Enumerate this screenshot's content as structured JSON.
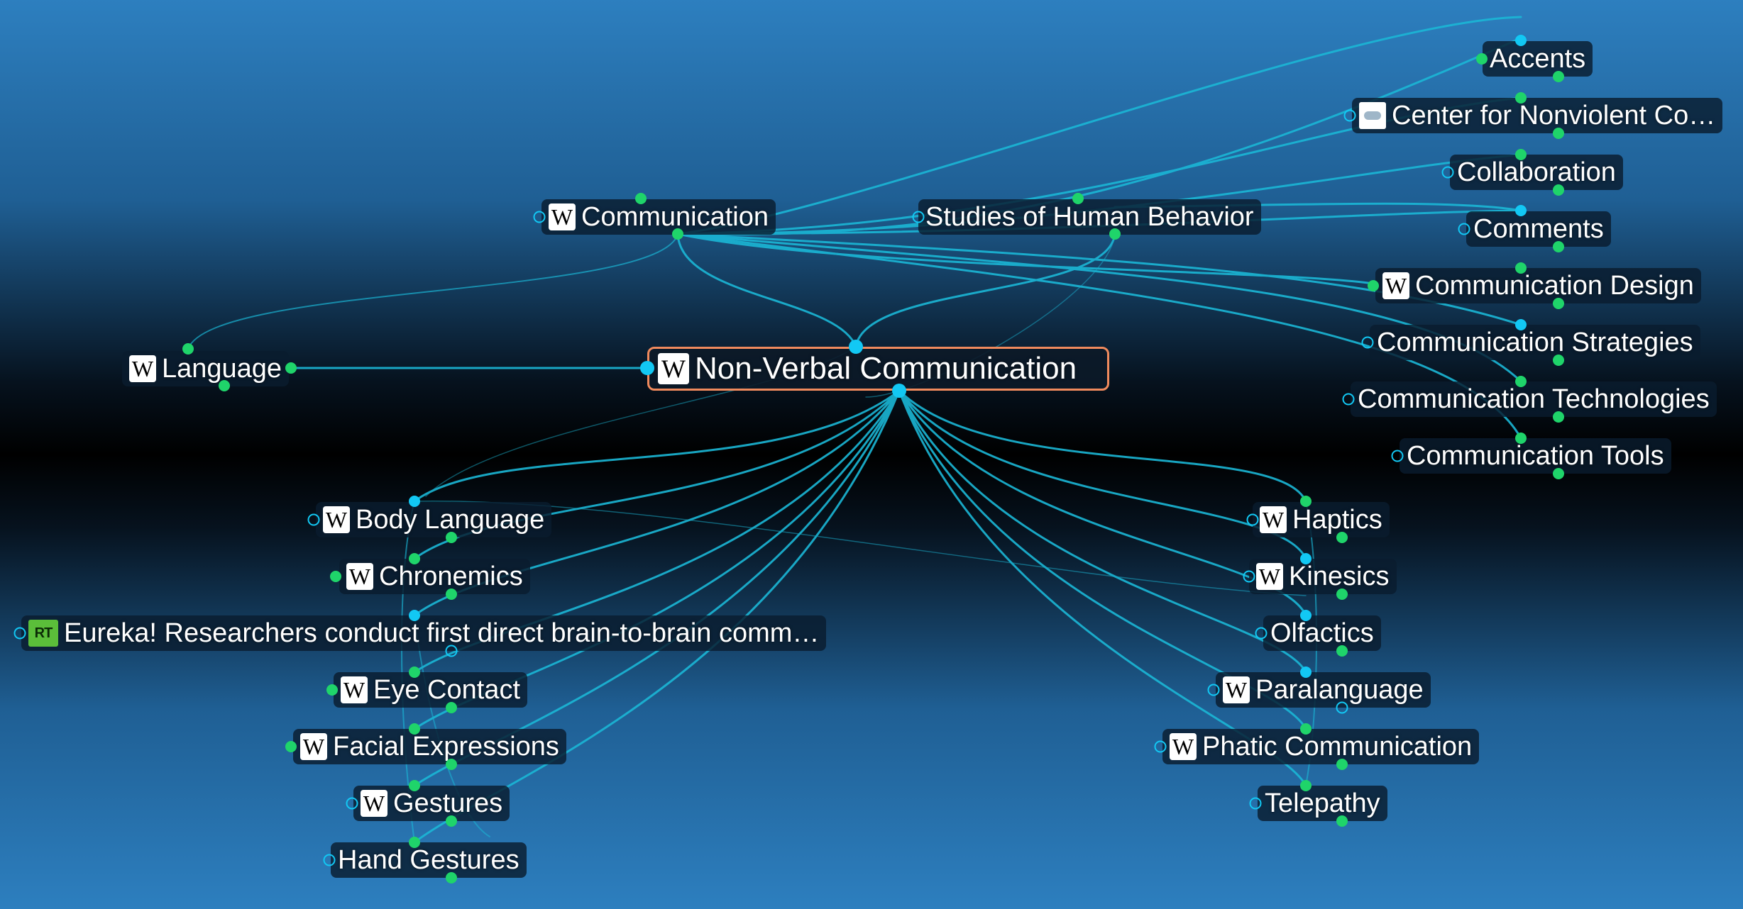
{
  "nodes": {
    "center": "Non-Verbal Communication",
    "communication": "Communication",
    "studies": "Studies of Human Behavior",
    "language": "Language",
    "accents": "Accents",
    "cnvc": "Center for Nonviolent Co…",
    "collaboration": "Collaboration",
    "comments": "Comments",
    "comm_design": "Communication Design",
    "comm_strategies": "Communication Strategies",
    "comm_tech": "Communication Technologies",
    "comm_tools": "Communication Tools",
    "body_language": "Body Language",
    "chronemics": "Chronemics",
    "eureka": "Eureka! Researchers conduct first direct brain-to-brain comm…",
    "eye_contact": "Eye Contact",
    "facial_expressions": "Facial Expressions",
    "gestures": "Gestures",
    "hand_gestures": "Hand Gestures",
    "haptics": "Haptics",
    "kinesics": "Kinesics",
    "olfactics": "Olfactics",
    "paralanguage": "Paralanguage",
    "phatic": "Phatic Communication",
    "telepathy": "Telepathy"
  },
  "icons": {
    "wiki": "W",
    "rt": "RT"
  },
  "colors": {
    "edge": "#1bb7d6",
    "dot_green": "#1fd46a",
    "dot_blue": "#12c8f4",
    "center_border": "#f08a5d"
  }
}
